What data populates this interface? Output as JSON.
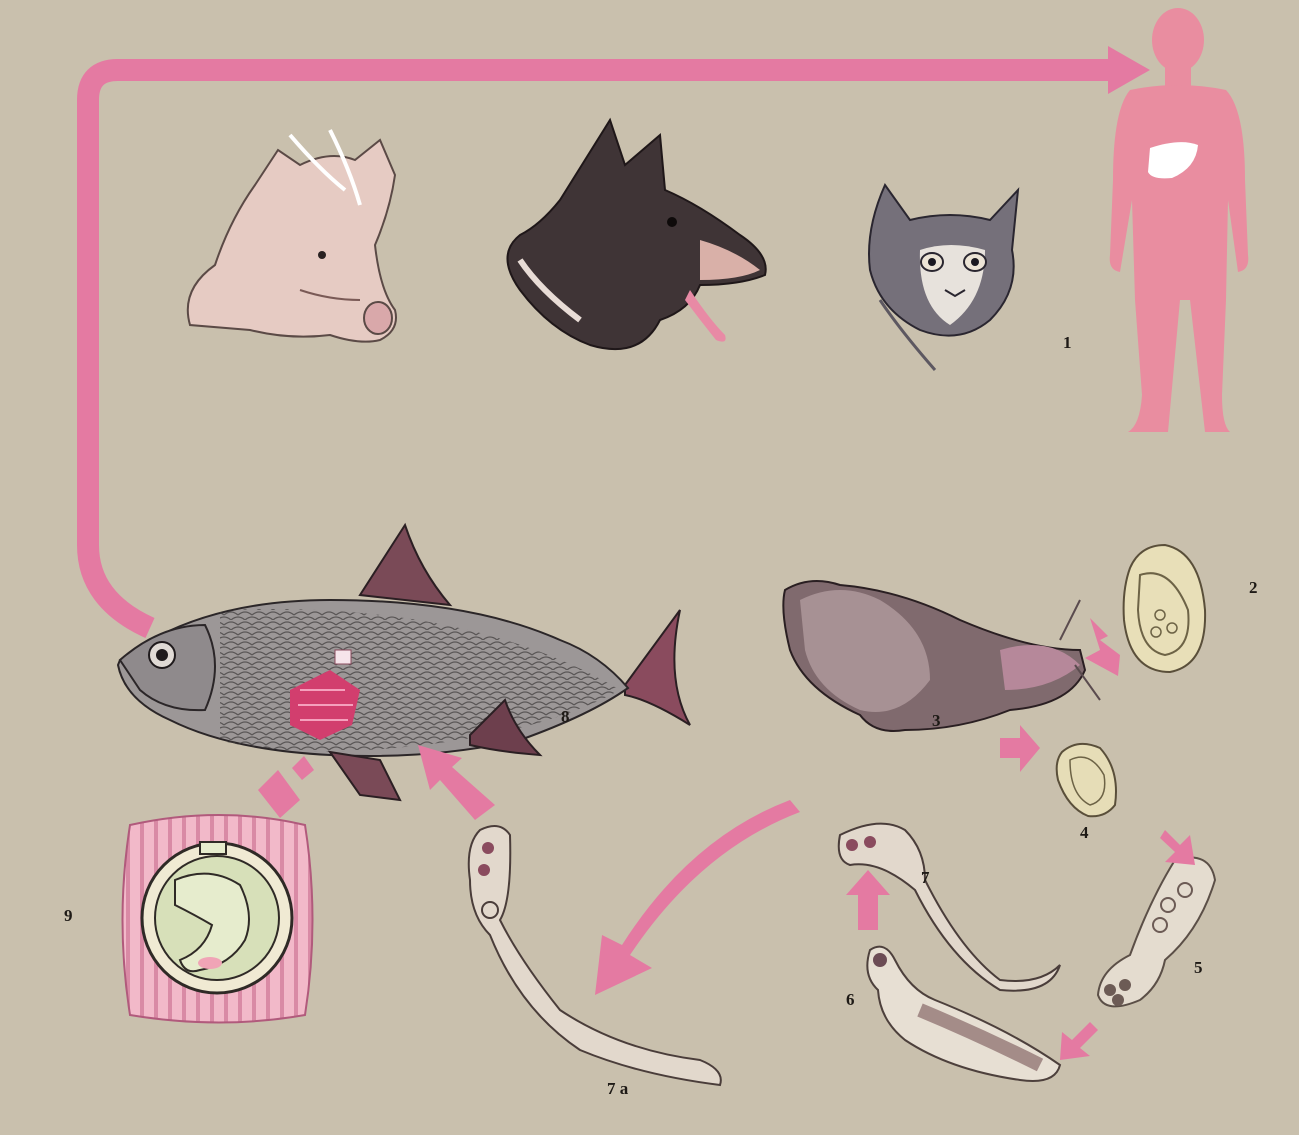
{
  "figure": {
    "background": "#c9c0ad",
    "accent_pink": "#e47aa2",
    "host_pink": "#e98da0"
  },
  "stages": [
    {
      "id": "1",
      "label": "1",
      "icon": "human-figure-icon"
    },
    {
      "id": "2",
      "label": "2",
      "icon": "egg-icon"
    },
    {
      "id": "3",
      "label": "3",
      "icon": "snail-icon"
    },
    {
      "id": "4",
      "label": "4",
      "icon": "miracidium-icon"
    },
    {
      "id": "5",
      "label": "5",
      "icon": "sporocyst-icon"
    },
    {
      "id": "6",
      "label": "6",
      "icon": "redia-icon"
    },
    {
      "id": "7",
      "label": "7",
      "icon": "cercaria-icon"
    },
    {
      "id": "7a",
      "label": "7 a",
      "icon": "cercaria-free-icon"
    },
    {
      "id": "8",
      "label": "8",
      "icon": "fish-icon"
    },
    {
      "id": "9",
      "label": "9",
      "icon": "metacercaria-cyst-icon"
    }
  ],
  "reservoir_hosts": [
    "pig-head-icon",
    "dog-head-icon",
    "cat-head-icon"
  ]
}
